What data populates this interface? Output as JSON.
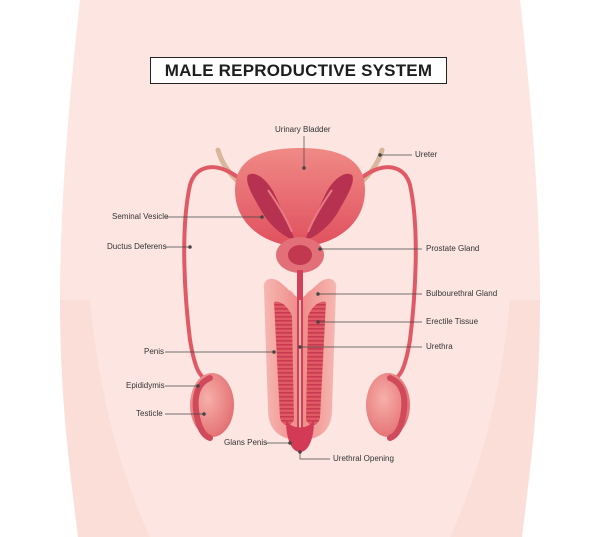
{
  "title": "MALE REPRODUCTIVE SYSTEM",
  "labels": {
    "urinary_bladder": "Urinary Bladder",
    "ureter": "Ureter",
    "seminal_vesicle": "Seminal Vesicle",
    "ductus_deferens": "Ductus Deferens",
    "prostate_gland": "Prostate Gland",
    "bulbourethral_gland": "Bulbourethral Gland",
    "erectile_tissue": "Erectile Tissue",
    "penis": "Penis",
    "urethra": "Urethra",
    "epididymis": "Epididymis",
    "testicle": "Testicle",
    "glans_penis": "Glans Penis",
    "urethral_opening": "Urethral Opening"
  },
  "colors": {
    "body_silhouette": "#fde6e2",
    "organ_main": "#e8606a",
    "organ_dark": "#c2334a",
    "organ_light": "#f4a4a0",
    "leader_line": "#444444"
  }
}
